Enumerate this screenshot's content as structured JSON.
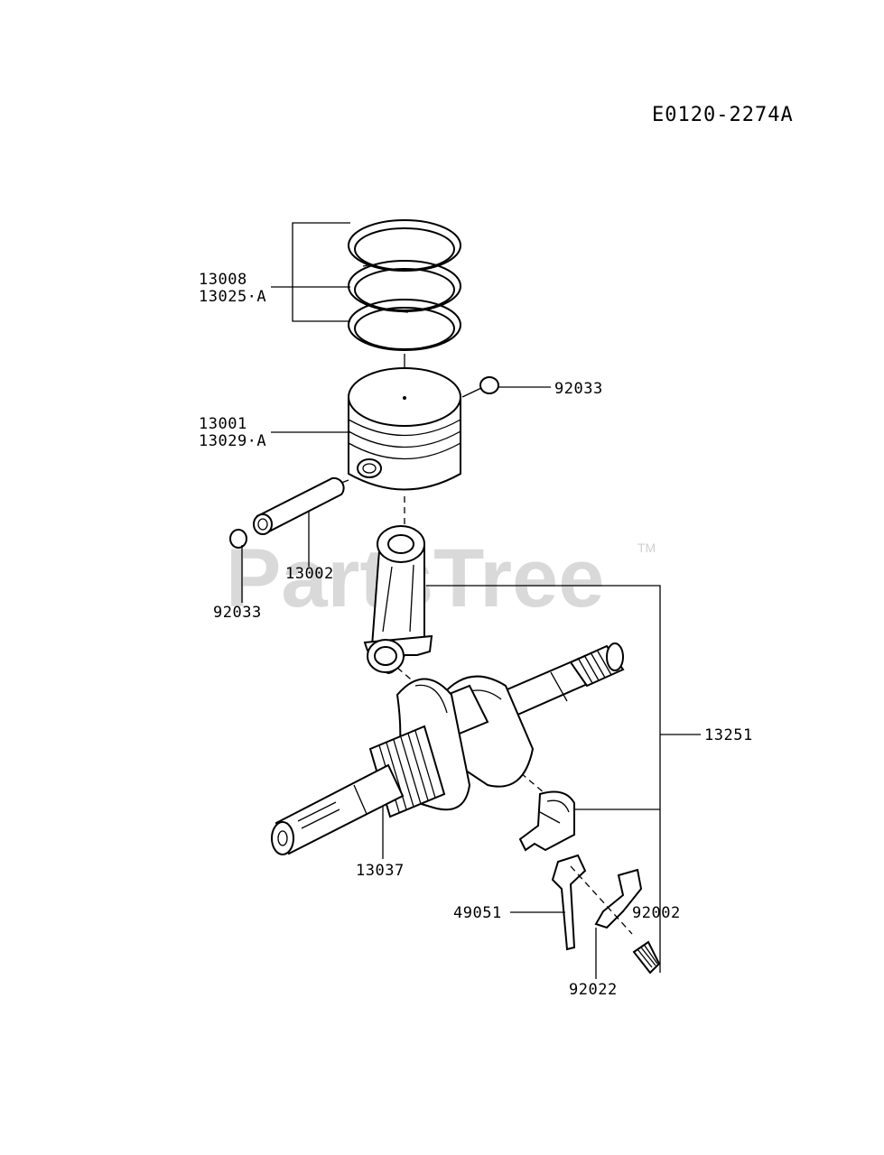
{
  "diagram_code": "E0120-2274A",
  "watermark": {
    "brand": "PartsTree",
    "trademark": "TM"
  },
  "callouts": {
    "piston_rings": [
      "13008",
      "13025·A"
    ],
    "piston": [
      "13001",
      "13029·A"
    ],
    "circlip_right": "92033",
    "piston_pin": "13002",
    "circlip_left": "92033",
    "connecting_rod_assy": "13251",
    "crankshaft": "13037",
    "weight_balance": "49051",
    "bolt": "92002",
    "washer": "92022"
  },
  "colors": {
    "ink": "#000000",
    "watermark": "#d9d9d9",
    "background": "#ffffff"
  }
}
